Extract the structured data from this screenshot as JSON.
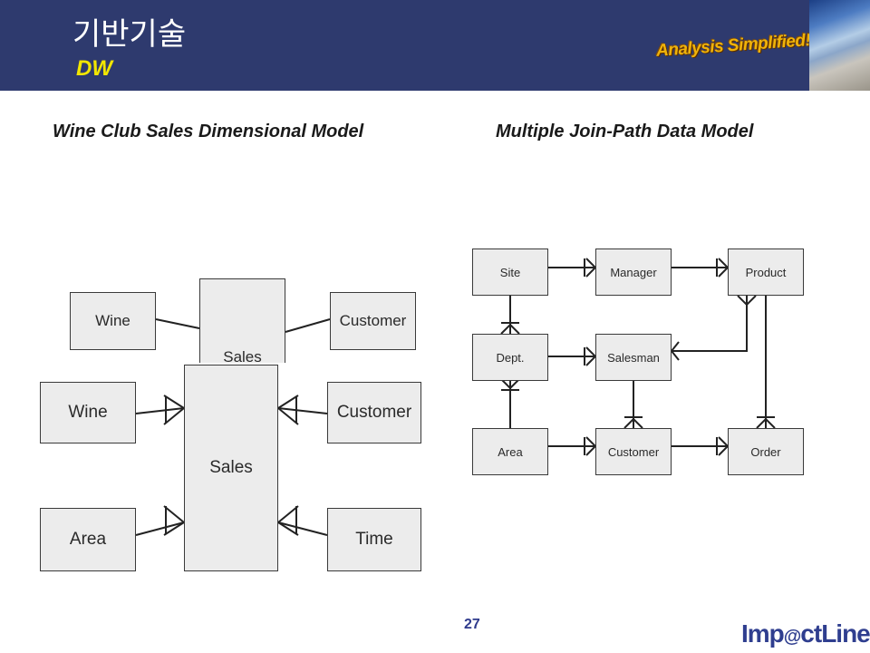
{
  "header": {
    "title": "기반기술",
    "subtitle": "DW",
    "tagline": "Analysis Simplified!"
  },
  "diagram_left": {
    "title": "Wine Club Sales Dimensional Model",
    "small": {
      "wine": "Wine",
      "sales": "Sales",
      "customer": "Customer"
    },
    "large": {
      "wine": "Wine",
      "sales": "Sales",
      "customer": "Customer",
      "area": "Area",
      "time": "Time"
    }
  },
  "diagram_right": {
    "title": "Multiple Join-Path Data Model",
    "entities": {
      "site": "Site",
      "manager": "Manager",
      "product": "Product",
      "dept": "Dept.",
      "salesman": "Salesman",
      "area": "Area",
      "customer": "Customer",
      "order": "Order"
    }
  },
  "footer": {
    "page_number": "27",
    "logo_pre": "Imp",
    "logo_at": "@",
    "logo_post": "ctLine"
  },
  "colors": {
    "header_bg": "#2e3a6e",
    "subtitle": "#f2e600",
    "tagline": "#f0b30a",
    "box_fill": "#ececec",
    "logo": "#2f3e8f"
  }
}
